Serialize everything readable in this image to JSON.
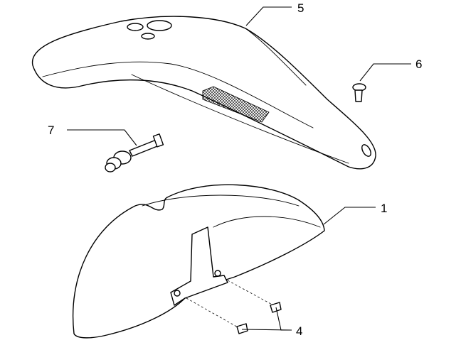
{
  "callouts": [
    {
      "id": "5",
      "label": "5"
    },
    {
      "id": "6",
      "label": "6"
    },
    {
      "id": "7",
      "label": "7"
    },
    {
      "id": "1",
      "label": "1"
    },
    {
      "id": "4",
      "label": "4"
    }
  ],
  "colors": {
    "line": "#000000",
    "background": "#ffffff"
  }
}
